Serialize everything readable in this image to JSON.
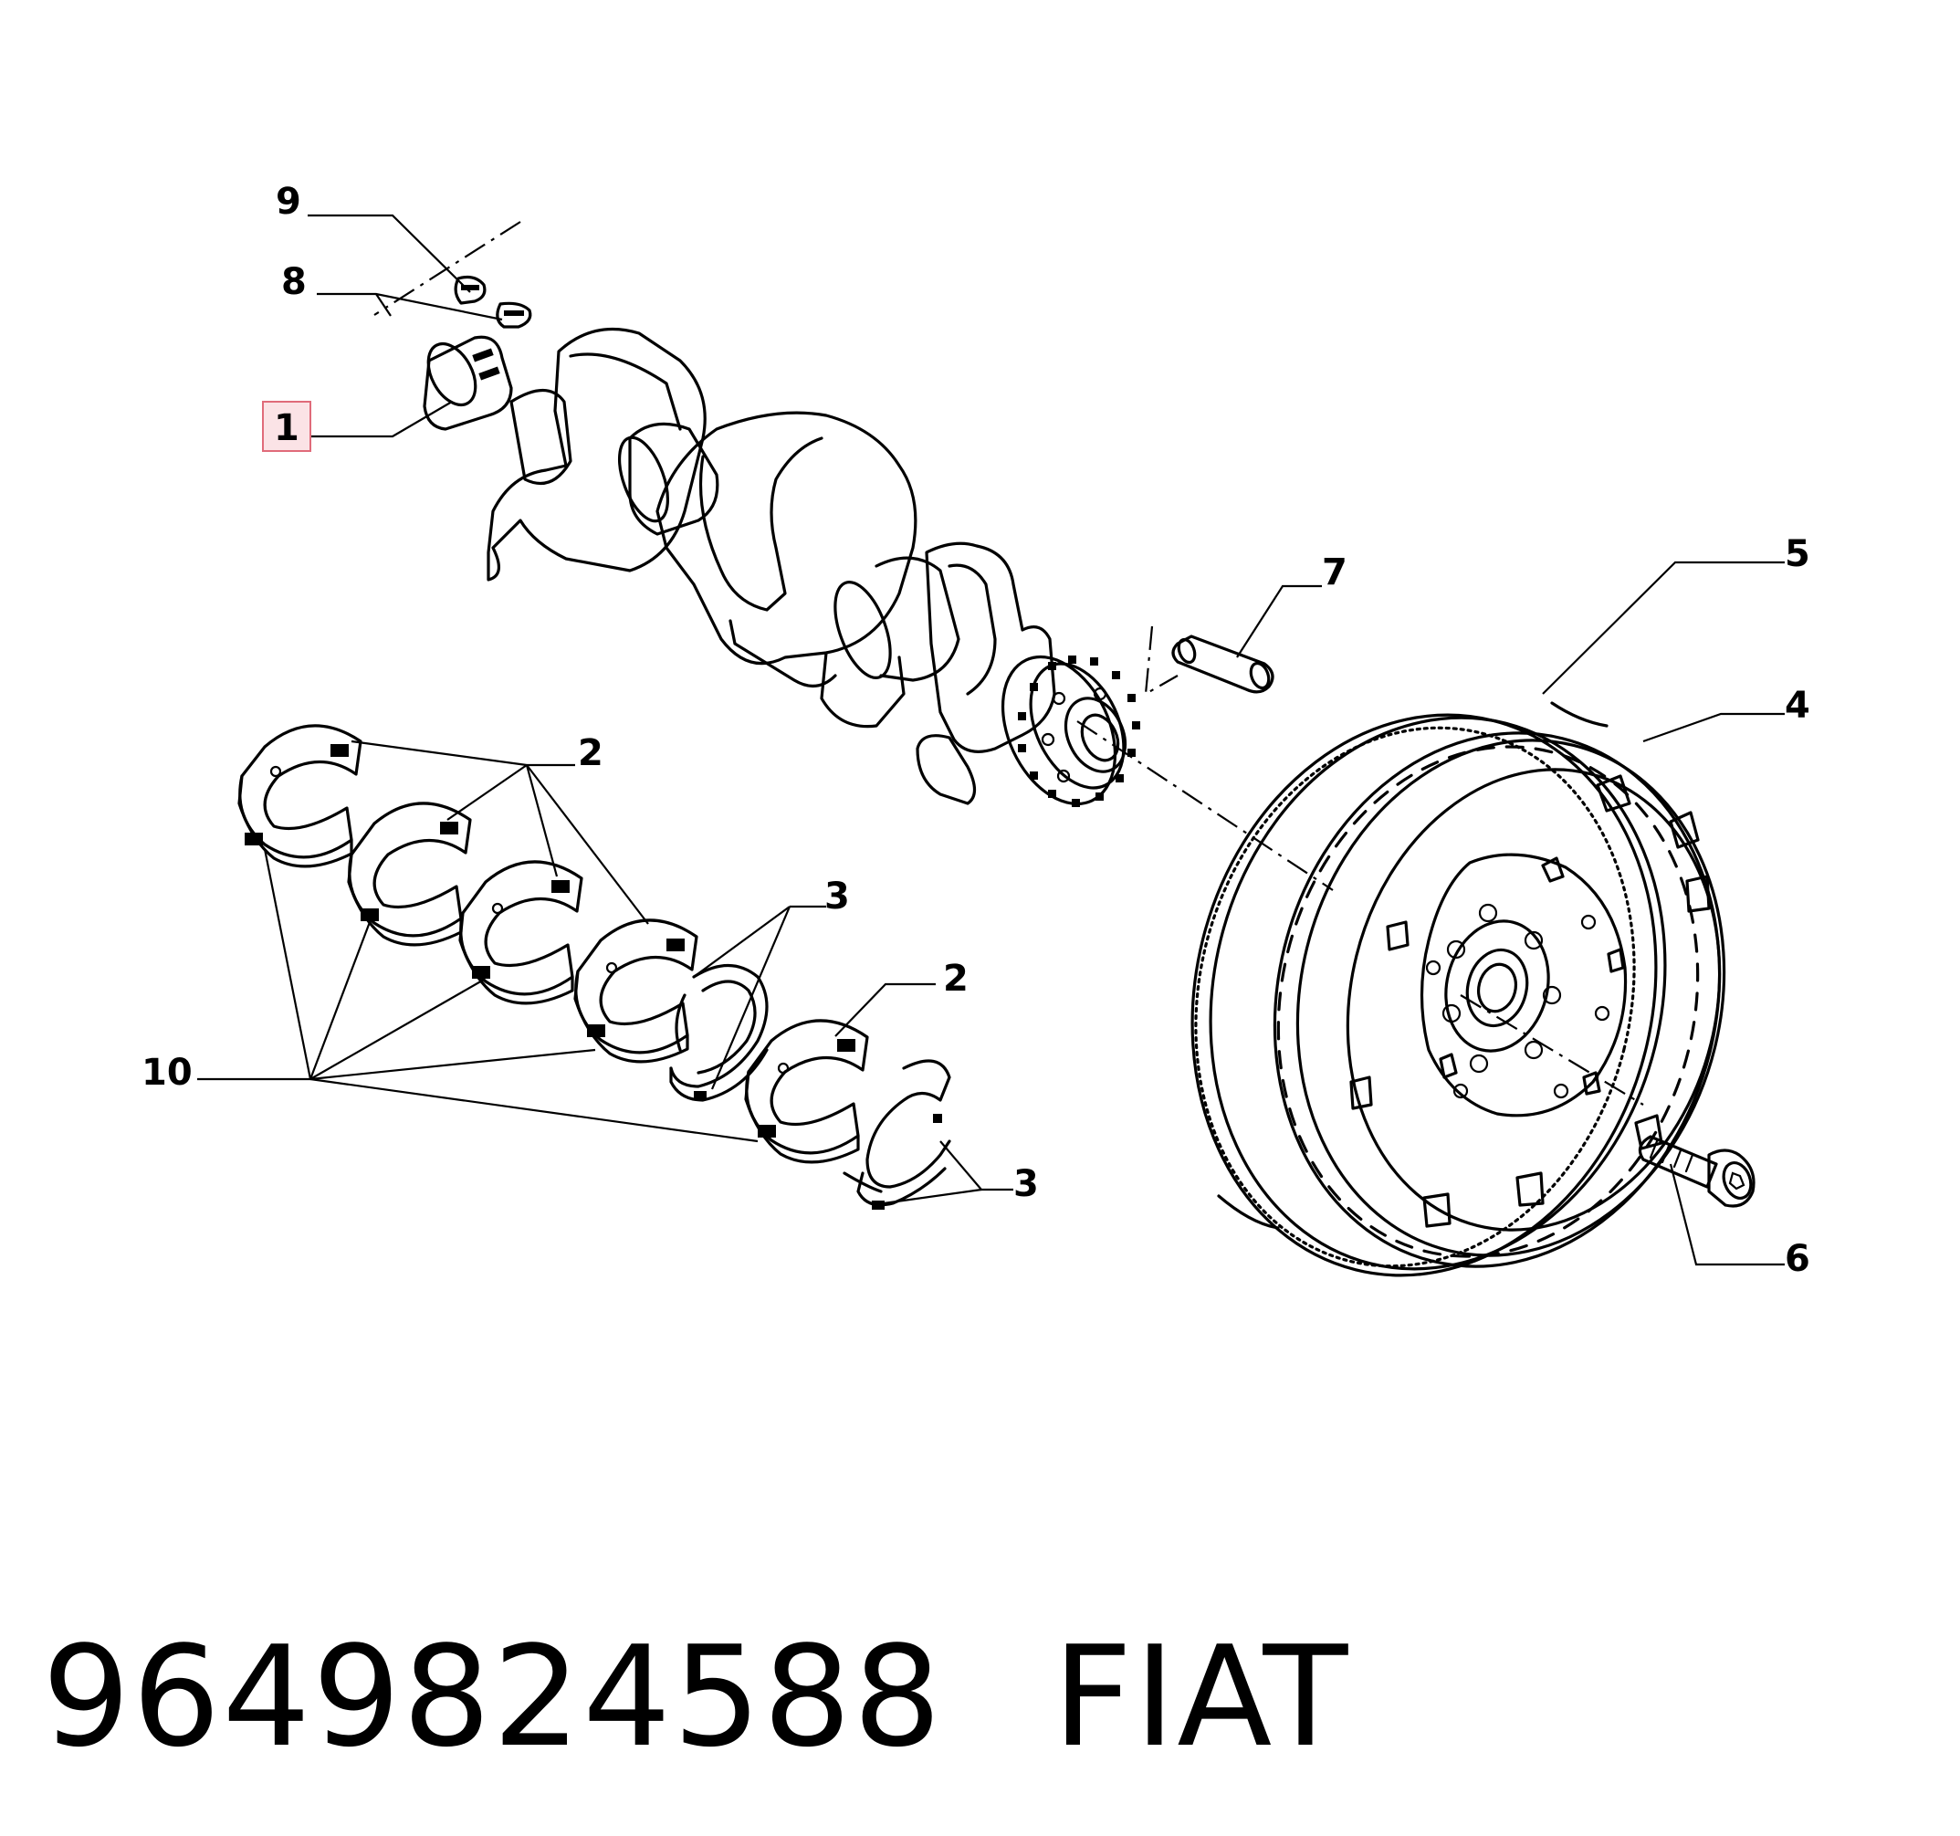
{
  "callouts": {
    "c1": "1",
    "c2a": "2",
    "c2b": "2",
    "c3a": "3",
    "c3b": "3",
    "c4": "4",
    "c5": "5",
    "c6": "6",
    "c7": "7",
    "c8": "8",
    "c9": "9",
    "c10": "10"
  },
  "caption": {
    "part_number": "9649824588",
    "brand": "FIAT"
  },
  "colors": {
    "highlight_fill": "#fbe3e6",
    "highlight_border": "#e06b7a"
  }
}
